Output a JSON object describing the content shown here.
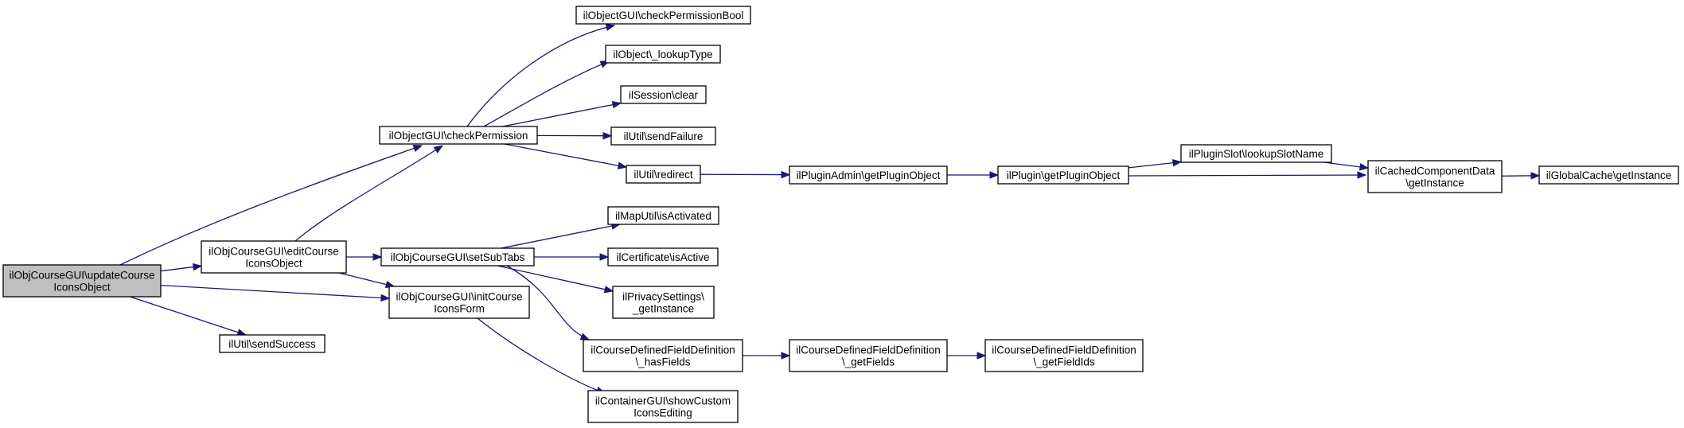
{
  "diagram": {
    "type": "call-graph",
    "colors": {
      "edge": "#191970",
      "node_border": "#000000",
      "root_fill": "#bfbfbf",
      "node_fill": "#ffffff"
    },
    "nodes": [
      {
        "id": "root",
        "lines": [
          "ilObjCourseGUI\\updateCourse",
          "IconsObject"
        ],
        "highlighted": true
      },
      {
        "id": "editCourseIconsObject",
        "lines": [
          "ilObjCourseGUI\\editCourse",
          "IconsObject"
        ]
      },
      {
        "id": "sendSuccess",
        "lines": [
          "ilUtil\\sendSuccess"
        ]
      },
      {
        "id": "checkPermission",
        "lines": [
          "ilObjectGUI\\checkPermission"
        ]
      },
      {
        "id": "setSubTabs",
        "lines": [
          "ilObjCourseGUI\\setSubTabs"
        ]
      },
      {
        "id": "initCourseIconsForm",
        "lines": [
          "ilObjCourseGUI\\initCourse",
          "IconsForm"
        ]
      },
      {
        "id": "checkPermissionBool",
        "lines": [
          "ilObjectGUI\\checkPermissionBool"
        ]
      },
      {
        "id": "lookupType",
        "lines": [
          "ilObject\\_lookupType"
        ]
      },
      {
        "id": "sessionClear",
        "lines": [
          "ilSession\\clear"
        ]
      },
      {
        "id": "sendFailure",
        "lines": [
          "ilUtil\\sendFailure"
        ]
      },
      {
        "id": "redirect",
        "lines": [
          "ilUtil\\redirect"
        ]
      },
      {
        "id": "mapIsActivated",
        "lines": [
          "ilMapUtil\\isActivated"
        ]
      },
      {
        "id": "certIsActive",
        "lines": [
          "ilCertificate\\isActive"
        ]
      },
      {
        "id": "privacyGetInstance",
        "lines": [
          "ilPrivacySettings\\",
          "_getInstance"
        ]
      },
      {
        "id": "hasFields",
        "lines": [
          "ilCourseDefinedFieldDefinition",
          "\\_hasFields"
        ]
      },
      {
        "id": "showCustomIconsEditing",
        "lines": [
          "ilContainerGUI\\showCustom",
          "IconsEditing"
        ]
      },
      {
        "id": "getPluginObjectAdmin",
        "lines": [
          "ilPluginAdmin\\getPluginObject"
        ]
      },
      {
        "id": "getFields",
        "lines": [
          "ilCourseDefinedFieldDefinition",
          "\\_getFields"
        ]
      },
      {
        "id": "getPluginObject",
        "lines": [
          "ilPlugin\\getPluginObject"
        ]
      },
      {
        "id": "getFieldIds",
        "lines": [
          "ilCourseDefinedFieldDefinition",
          "\\_getFieldIds"
        ]
      },
      {
        "id": "lookupSlotName",
        "lines": [
          "ilPluginSlot\\lookupSlotName"
        ]
      },
      {
        "id": "cachedGetInstance",
        "lines": [
          "ilCachedComponentData",
          "\\getInstance"
        ]
      },
      {
        "id": "globalCacheGetInstance",
        "lines": [
          "ilGlobalCache\\getInstance"
        ]
      }
    ],
    "edges": [
      {
        "from": "root",
        "to": "checkPermission"
      },
      {
        "from": "root",
        "to": "editCourseIconsObject"
      },
      {
        "from": "root",
        "to": "initCourseIconsForm"
      },
      {
        "from": "root",
        "to": "sendSuccess"
      },
      {
        "from": "editCourseIconsObject",
        "to": "checkPermission"
      },
      {
        "from": "editCourseIconsObject",
        "to": "setSubTabs"
      },
      {
        "from": "editCourseIconsObject",
        "to": "initCourseIconsForm"
      },
      {
        "from": "checkPermission",
        "to": "checkPermissionBool"
      },
      {
        "from": "checkPermission",
        "to": "lookupType"
      },
      {
        "from": "checkPermission",
        "to": "sessionClear"
      },
      {
        "from": "checkPermission",
        "to": "sendFailure"
      },
      {
        "from": "checkPermission",
        "to": "redirect"
      },
      {
        "from": "redirect",
        "to": "getPluginObjectAdmin"
      },
      {
        "from": "getPluginObjectAdmin",
        "to": "getPluginObject"
      },
      {
        "from": "getPluginObject",
        "to": "lookupSlotName"
      },
      {
        "from": "getPluginObject",
        "to": "cachedGetInstance"
      },
      {
        "from": "lookupSlotName",
        "to": "cachedGetInstance"
      },
      {
        "from": "cachedGetInstance",
        "to": "globalCacheGetInstance"
      },
      {
        "from": "setSubTabs",
        "to": "mapIsActivated"
      },
      {
        "from": "setSubTabs",
        "to": "certIsActive"
      },
      {
        "from": "setSubTabs",
        "to": "privacyGetInstance"
      },
      {
        "from": "setSubTabs",
        "to": "hasFields"
      },
      {
        "from": "hasFields",
        "to": "getFields"
      },
      {
        "from": "getFields",
        "to": "getFieldIds"
      },
      {
        "from": "initCourseIconsForm",
        "to": "showCustomIconsEditing"
      }
    ]
  }
}
